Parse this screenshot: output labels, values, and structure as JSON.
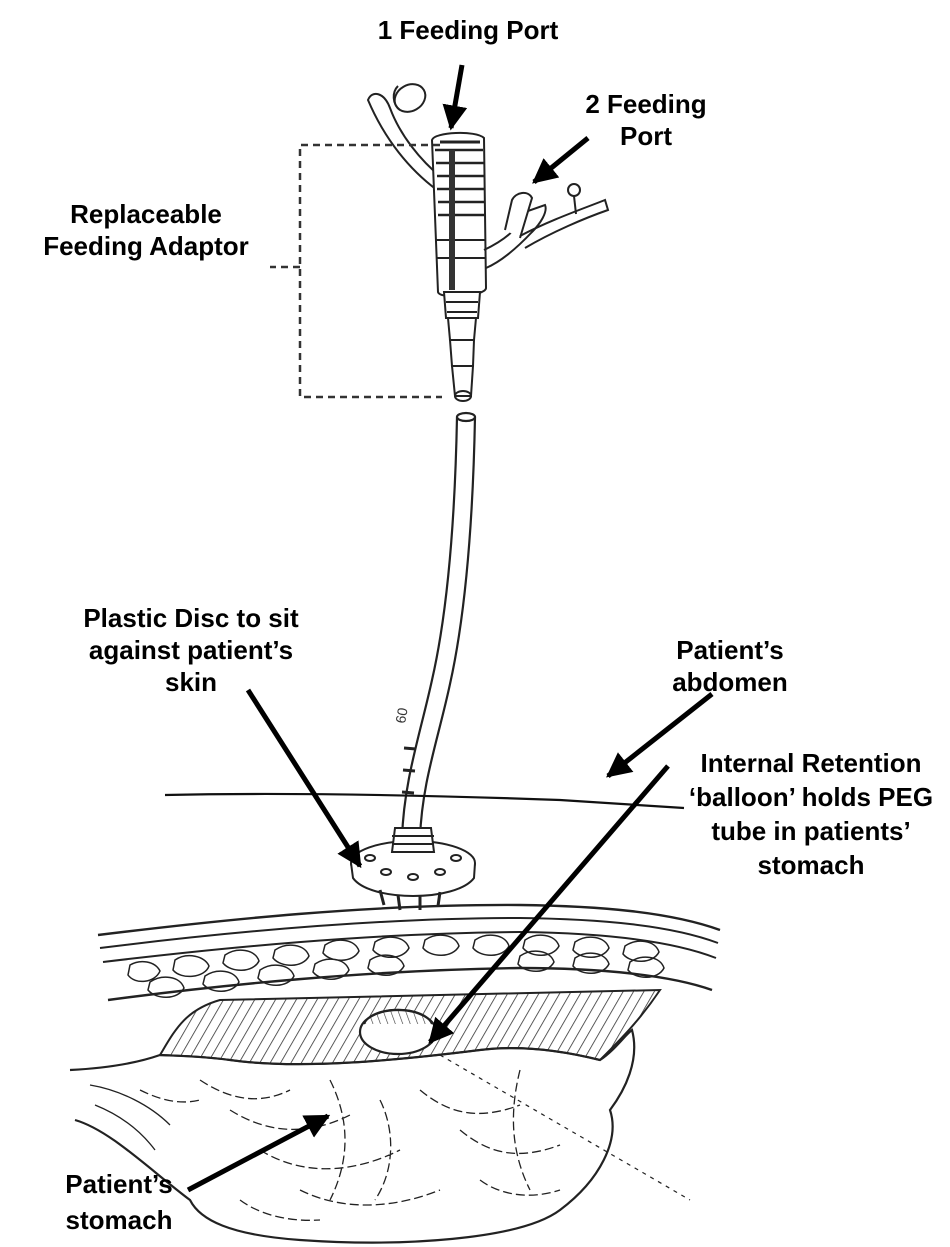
{
  "labels": {
    "feeding_port_1": [
      "1 Feeding Port"
    ],
    "feeding_port_2": [
      "2 Feeding",
      "Port"
    ],
    "replaceable_adaptor": [
      "Replaceable",
      "Feeding Adaptor"
    ],
    "plastic_disc": [
      "Plastic Disc to sit",
      "against patient’s",
      "skin"
    ],
    "abdomen": [
      "Patient’s",
      "abdomen"
    ],
    "retention_balloon": [
      "Internal Retention",
      "‘balloon’ holds PEG",
      "tube in patients’",
      "stomach"
    ],
    "stomach": [
      "Patient’s",
      "stomach"
    ]
  },
  "colors": {
    "ink": "#000000",
    "sketch": "#2b2b2b",
    "paper": "#ffffff"
  }
}
